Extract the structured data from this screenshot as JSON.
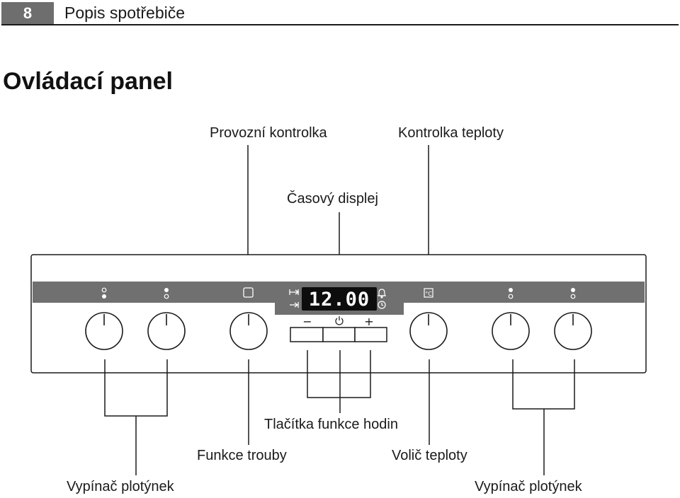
{
  "header": {
    "page_number": "8",
    "title": "Popis spotřebiče"
  },
  "section_title": "Ovládací panel",
  "labels": {
    "operation_light": "Provozní kontrolka",
    "temperature_light": "Kontrolka teploty",
    "time_display": "Časový displej",
    "clock_buttons": "Tlačítka funkce hodin",
    "oven_function": "Funkce trouby",
    "temperature_selector": "Volič teploty",
    "hob_switches_left": "Vypínač plotýnek",
    "hob_switches_right": "Vypínač plotýnek"
  },
  "display": {
    "time": "12.00"
  },
  "buttons": {
    "minus": "−",
    "plus": "+"
  },
  "symbols": {
    "temp_unit": "°C"
  },
  "colors": {
    "panel_strip": "#707070",
    "display_bg": "#0d0d0d",
    "line": "#1a1a1a"
  }
}
